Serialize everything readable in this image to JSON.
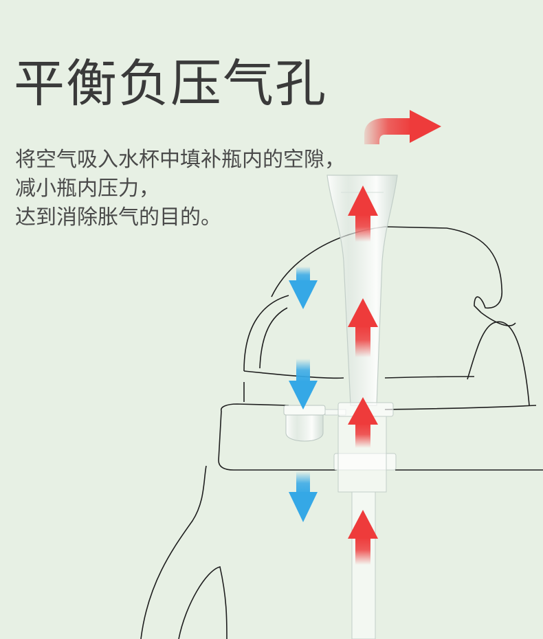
{
  "title": "平衡负压气孔",
  "description": [
    "将空气吸入水杯中填补瓶内的空隙，",
    "减小瓶内压力，",
    "达到消除胀气的目的。"
  ],
  "colors": {
    "background": "#e7f0e4",
    "air_out_arrow": "#ee3b3b",
    "air_in_arrow": "#35a8e6",
    "outline": "#1e1e1e"
  }
}
